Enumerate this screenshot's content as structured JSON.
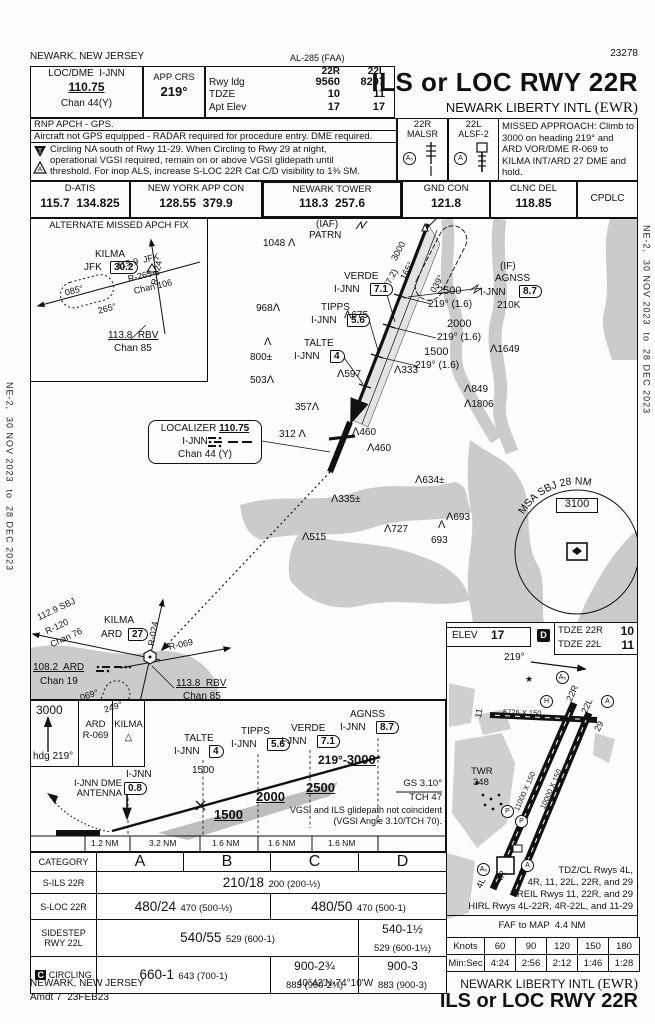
{
  "edition": "NE-2,  30 NOV 2023  to  28 DEC 2023",
  "header": {
    "city": "NEWARK, NEW JERSEY",
    "al": "AL-285 (FAA)",
    "number": "23278",
    "title": "ILS or LOC RWY 22R",
    "airport": "NEWARK LIBERTY INTL ",
    "code": "(EWR)",
    "loc_label": "LOC/DME  I-JNN",
    "loc_freq": "110.75",
    "loc_chan": "Chan 44(Y)",
    "app_crs_label": "APP CRS",
    "app_crs": "219°",
    "col_22r": "22R",
    "col_22l": "22L",
    "rwy_ldg_label": "Rwy ldg",
    "rwy_ldg_22r": "9560",
    "rwy_ldg_22l": "8207",
    "tdze_label": "TDZE",
    "tdze_22r": "10",
    "tdze_22l": "11",
    "apt_elev_label": "Apt Elev",
    "apt_elev_22r": "17",
    "apt_elev_22l": "17"
  },
  "notes": {
    "rnp": "RNP APCH - GPS.",
    "gps": "Aircraft not GPS equipped - RADAR required for procedure entry. DME required.",
    "l1": "Circling NA south of Rwy 11-29. When Circling to Rwy 29 at night,",
    "l2": "operational VGSI required, remain on or above VGSI glidepath until",
    "l3": "threshold. For inop ALS, increase S-LOC 22R Cat C/D visibility to 1⅜ SM.",
    "t_icon": "T",
    "a_icon": "A",
    "rwy22r": "22R",
    "malsr": "MALSR",
    "a5": "A₅",
    "rwy22l": "22L",
    "alsf2": "ALSF-2",
    "a": "A",
    "missed": "MISSED APPROACH: Climb to 3000 on heading 219° and ARD VOR/DME R-069 to KILMA INT/ARD 27 DME and hold."
  },
  "freq": {
    "datis_l": "D-ATIS",
    "datis_v": "115.7  134.825",
    "app_l": "NEW YORK APP CON",
    "app_v": "128.55  379.9",
    "twr_l": "NEWARK TOWER",
    "twr_v": "118.3  257.6",
    "gnd_l": "GND CON",
    "gnd_v": "121.8",
    "clnc_l": "CLNC DEL",
    "clnc_v": "118.85",
    "cpdlc": "CPDLC"
  },
  "altmiss": {
    "title": "ALTERNATE MISSED APCH FIX",
    "kilma": "KILMA",
    "jfk": "JFK",
    "jfk_dme": "30.2",
    "r024": "R-024",
    "jfk_freq": "115.9  JFK",
    "jfk_r": "R-265",
    "jfk_chan": "Chan 106",
    "crs_in": "085°",
    "crs_out": "265°",
    "rbv_freq": "113.8  RBV",
    "rbv_chan": "Chan 85"
  },
  "plan": {
    "iaf": "(IAF)",
    "patrn": "PATRN",
    "h3000": "3000",
    "h165": "165°",
    "h72": "(7.2)",
    "h039": "039°",
    "if_": "(IF)",
    "agnss": "AGNSS",
    "agnss_id": "I-JNN",
    "agnss_dme": "8.7",
    "speed": "210K",
    "a2500": "2500",
    "c1": "219° (1.6)",
    "verde": "VERDE",
    "verde_id": "I-JNN",
    "verde_dme": "7.1",
    "a2000": "2000",
    "c2": "219° (1.6)",
    "tipps": "TIPPS",
    "tipps_id": "I-JNN",
    "tipps_dme": "5.6",
    "a1500": "1500",
    "c3": "219° (1.6)",
    "talte": "TALTE",
    "talte_id": "I-JNN",
    "talte_dme": "4",
    "o1048": "1048",
    "o968": "968",
    "o800": "800±",
    "o503": "503",
    "o597": "597",
    "o333": "333",
    "o849": "849",
    "o1806": "1806",
    "o1649": "1649",
    "o357": "357",
    "o312": "312",
    "o460a": "460",
    "o460b": "460",
    "o634": "634±",
    "o335": "335±",
    "o515": "515",
    "o727": "727",
    "o693a": "693",
    "o693b": "693",
    "o675": "675",
    "loc_t": "LOCALIZER ",
    "loc_f": "110.75",
    "loc_id": "I-JNN",
    "loc_ch": "Chan 44 (Y)",
    "msa": "MSA SBJ 28 NM",
    "msa_alt": "3100",
    "sbj_f": "112.9 SBJ",
    "sbj_r": "R-120",
    "sbj_ch": "Chan 76",
    "kilma": "KILMA",
    "ard": "ARD",
    "ard_dme": "27",
    "r024": "R-024",
    "r069": "R-069",
    "ard_f": "108.2  ARD",
    "ard_ch": "Chan 19",
    "c069": "069°",
    "c249": "249°",
    "rbv_f": "113.8  RBV",
    "rbv_ch": "Chan 85"
  },
  "profile": {
    "alt": "3000",
    "hdg": "hdg 219°",
    "ard1": "ARD",
    "ard2": "R-069",
    "kilma": "KILMA",
    "kilma_tri": "△",
    "ant1": "I-JNN DME",
    "ant2": "ANTENNA",
    "ant_id": "I-JNN",
    "ant_dme": "0.8",
    "talte": "TALTE",
    "talte_id": "I-JNN",
    "talte_dme": "4",
    "talte_alt": "1500",
    "tipps": "TIPPS",
    "tipps_id": "I-JNN",
    "tipps_dme": "5.6",
    "verde": "VERDE",
    "verde_id": "I-JNN",
    "verde_dme": "7.1",
    "agnss": "AGNSS",
    "agnss_id": "I-JNN",
    "agnss_dme": "8.7",
    "crs": "219°-",
    "crs_alt": "3000",
    "a2500": "2500",
    "a2000": "2000",
    "a1500": "1500",
    "gs": "GS 3.10°",
    "tch": "TCH 47",
    "vgsi1": "VGSI and ILS glidepath not coincident",
    "vgsi2": "(VGSI Angle 3.10/TCH 70).",
    "d1": "1.2 NM",
    "d2": "3.2 NM",
    "d3": "1.6 NM",
    "d4": "1.6 NM",
    "d5": "1.6 NM"
  },
  "mins": {
    "category": "CATEGORY",
    "a": "A",
    "b": "B",
    "c": "C",
    "d": "D",
    "r1_label": "S-ILS 22R",
    "r1_main": "210/18",
    "r1_sub": "200 (200-½)",
    "r2_label": "S-LOC 22R",
    "r2ab_main": "480/24",
    "r2ab_sub": "470 (500-½)",
    "r2cd_main": "480/50",
    "r2cd_sub": "470 (500-1)",
    "r3_label1": "SIDESTEP",
    "r3_label2": "RWY 22L",
    "r3ac_main": "540/55",
    "r3ac_sub": "529 (600-1)",
    "r3d_main": "540-1½",
    "r3d_sub": "529 (600-1½)",
    "r4_icon": "C",
    "r4_label": " CIRCLING",
    "r4ab_main": "660-1",
    "r4ab_sub": "643 (700-1)",
    "r4c_main": "900-2¾",
    "r4c_sub": "883 (900-2¾)",
    "r4d_main": "900-3",
    "r4d_sub": "883 (900-3)"
  },
  "inset": {
    "elev_l": "ELEV",
    "elev": "17",
    "d": "D",
    "tdze_r_l": "TDZE 22R",
    "tdze_r": "10",
    "tdze_l_l": "TDZE 22L",
    "tdze_l": "11",
    "crs": "219°",
    "r22l": "22L",
    "r22r": "22R",
    "r11": "11",
    "r29": "29",
    "r4l": "4L",
    "r4r": "4R",
    "d1129": "6726 X 150",
    "d4l": "11000 X 150",
    "d4r": "10000 X 150",
    "twr1": "TWR",
    "twr2": "348",
    "a5": "A₅",
    "a": "A",
    "h": "H",
    "p": "P",
    "star": "★",
    "n1": "TDZ/CL Rwys 4L,",
    "n2": "4R, 11, 22L, 22R, and 29",
    "n3": "REIL Rwys 11, 22R, and 29",
    "n4": "HIRL Rwys 4L-22R, 4R-22L, and 11-29",
    "faf": "FAF to MAP  4.4 NM",
    "knots_l": "Knots",
    "k": [
      "60",
      "90",
      "120",
      "150",
      "180"
    ],
    "minsec_l": "Min:Sec",
    "t": [
      "4:24",
      "2:56",
      "2:12",
      "1:46",
      "1:28"
    ]
  },
  "footer": {
    "city": "NEWARK, NEW JERSEY",
    "amdt": "Amdt 7  23FEB23",
    "coords": "40°42'N-74°10'W",
    "airport": "NEWARK LIBERTY INTL ",
    "code": "(EWR)",
    "title": "ILS or LOC RWY 22R"
  }
}
